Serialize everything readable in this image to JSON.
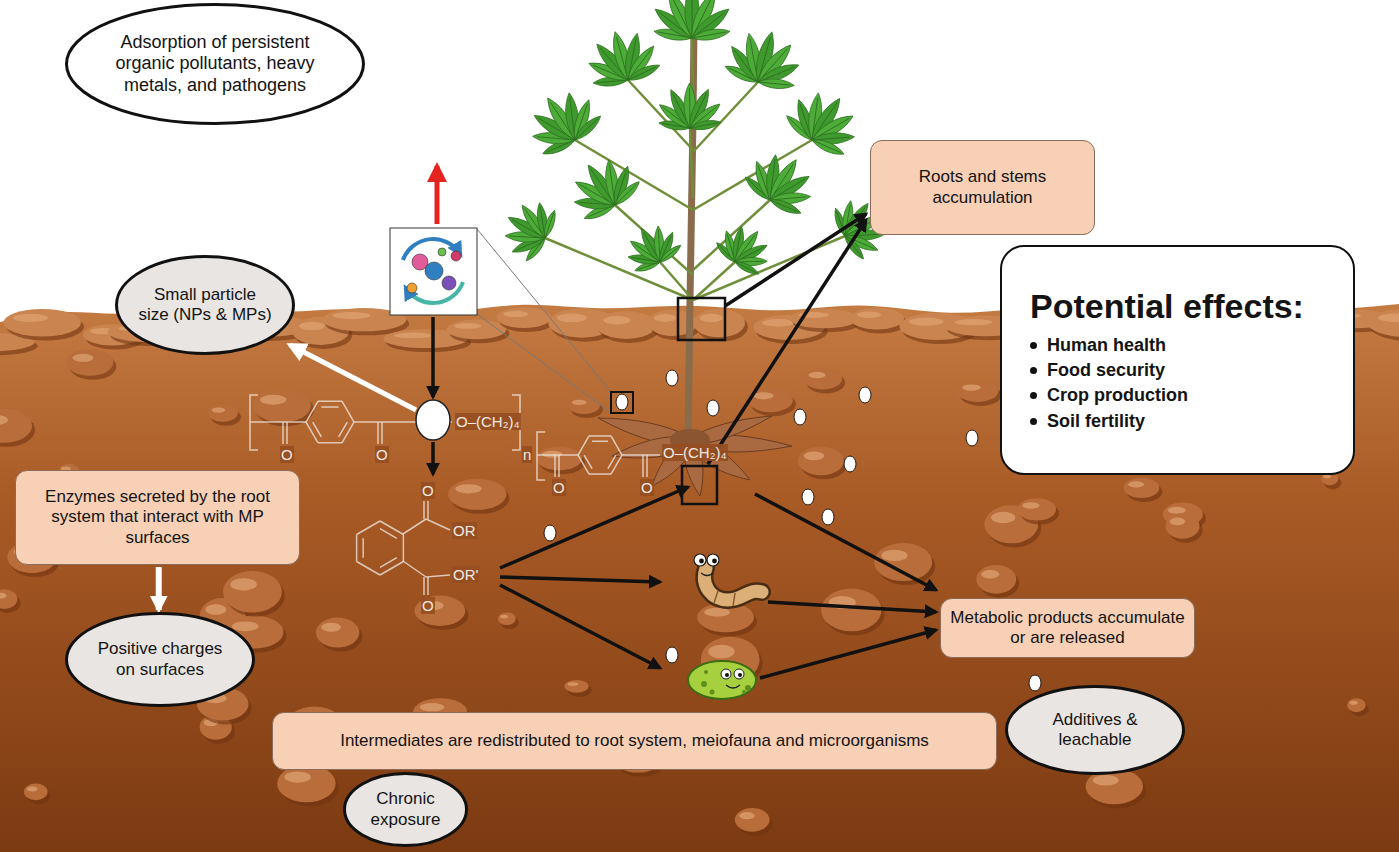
{
  "diagram": {
    "nodes": [
      {
        "text": [
          "Adsorption of persistent organic pollutants, heavy metals, and pathogens"
        ]
      },
      {
        "text": [
          "Roots and stems accumulation"
        ]
      },
      {
        "text": [
          "Small particle size (NPs & MPs)"
        ]
      },
      {
        "text": [
          "Potential effects:",
          "Human health",
          "Food security",
          "Crop production",
          "Soil fertility"
        ]
      },
      {
        "text": [
          "Enzymes secreted by the root system that interact with MP surfaces"
        ]
      },
      {
        "text": [
          "Metabolic products accumulate or are released"
        ]
      },
      {
        "text": [
          "Positive charges on surfaces"
        ]
      },
      {
        "text": [
          "Additives & leachable"
        ]
      },
      {
        "text": [
          "Intermediates are redistributed to root system, meiofauna and microorganisms"
        ]
      },
      {
        "text": [
          "Chronic exposure"
        ]
      }
    ],
    "edges": [
      {
        "from": 4,
        "to": 6,
        "arrow": "to"
      }
    ],
    "labels": [
      "O",
      "O",
      "O–(CH₂)₄",
      "n",
      "O",
      "O",
      "O–(CH₂)₄",
      "O",
      "OR",
      "O",
      "OR'"
    ]
  }
}
